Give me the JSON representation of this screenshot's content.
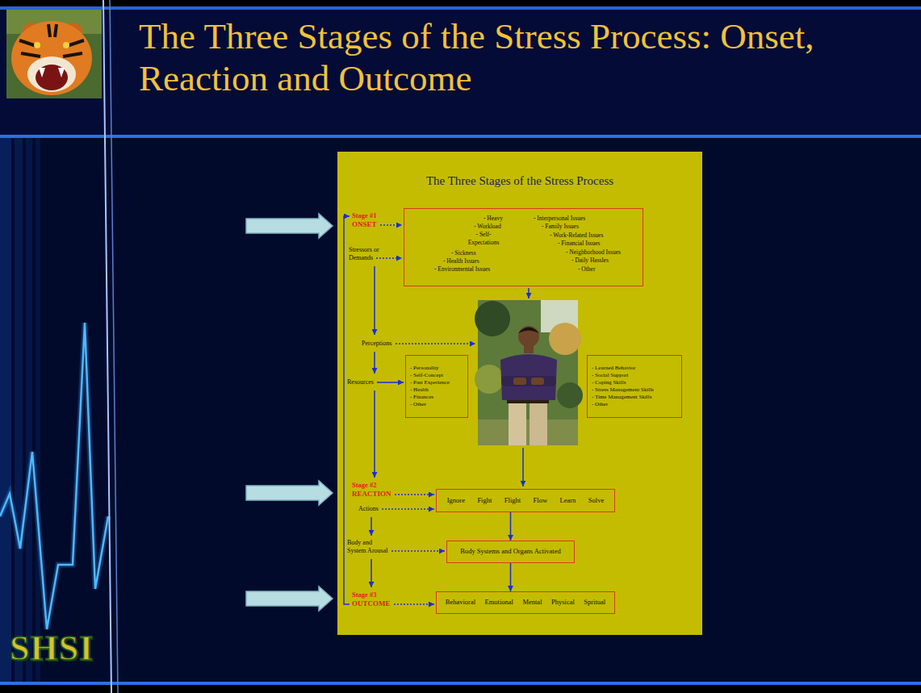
{
  "diagram": {
    "title": "The Three Stages of the Stress Process: Onset, Reaction and Outcome",
    "nodes": [
      {
        "text": [
          "The Three Stages of the Stress Process"
        ]
      },
      {
        "text": [
          "- Heavy",
          "- Workload",
          "- Self- Expectations",
          "- Sickness",
          "- Health Issues",
          "- Environmental Issues",
          "- Interpersonal Issues",
          "- Family Issues",
          "- Work-Related Issues",
          "- Financial Issues",
          "- Neighborhood Issues",
          "- Daily Hassles",
          "- Other"
        ],
        "in": 0
      },
      {
        "text": [
          "- Personality",
          "- Self-Concept",
          "- Past Experience",
          "- Health",
          "- Finances",
          "- Other"
        ],
        "in": 0
      },
      {
        "text": [
          "- Learned Behavior",
          "- Social Support",
          "- Coping Skills",
          "- Stress Management Skills",
          "- Time Management Skills",
          "- Other"
        ],
        "in": 0
      },
      {
        "text": [
          "Ignore",
          "Fight",
          "Flight",
          "Flow",
          "Learn",
          "Solve"
        ],
        "in": 0
      },
      {
        "text": [
          "Body Systems and Organs Activated"
        ],
        "in": 0
      },
      {
        "text": [
          "Behavioral",
          "Emotional",
          "Mental",
          "Physical",
          "Spritual"
        ],
        "in": 0
      }
    ],
    "edges": [
      {
        "from": 4,
        "to": 5,
        "arrow": "to"
      },
      {
        "from": 5,
        "to": 6,
        "arrow": "to"
      }
    ],
    "labels": [
      "Stage #1",
      "ONSET",
      "Stressors or Demands",
      "Perceptions",
      "Resources",
      "Stage #2",
      "REACTION",
      "Actions",
      "Body and System Arousal",
      "Stage #3",
      "OUTCOME",
      "SHSI"
    ]
  }
}
